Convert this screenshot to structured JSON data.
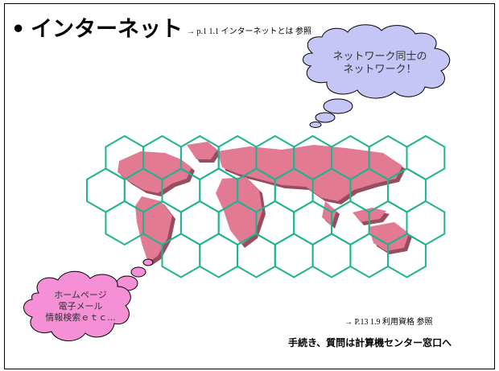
{
  "title": {
    "bullet": "•",
    "text": "インターネット"
  },
  "reference_top": "→ p.1  1.1  インターネットとは  参照",
  "thought_bubble_top": {
    "line1": "ネットワーク同士の",
    "line2": "ネットワーク！"
  },
  "thought_bubble_bottom": {
    "line1": "ホームページ",
    "line2": "電子メール",
    "line3": "情報検索ｅｔｃ..."
  },
  "reference_bottom": "→ P.13    1.9  利用資格  参照",
  "procedure_note": "手続き、質問は計算機センター窓口へ",
  "colors": {
    "hexagon_stroke": "#1fb48f",
    "land_fill": "#e27a93",
    "land_shadow": "#8c3a4c",
    "bubble_fill": "#c6c6f6",
    "bubble_bottom_fill": "#f58fd6"
  }
}
